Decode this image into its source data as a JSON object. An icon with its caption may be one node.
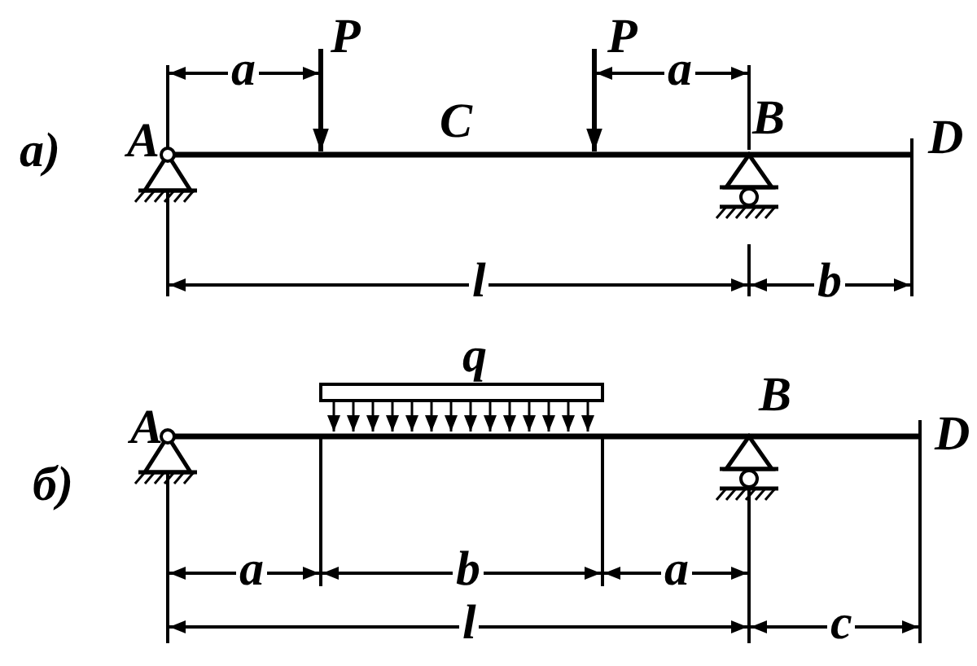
{
  "diagram": {
    "labels": [
      "a",
      "P",
      "P",
      "a",
      "C",
      "a)",
      "A",
      "B",
      "D",
      "l",
      "b",
      "q",
      "б)",
      "A",
      "B",
      "D",
      "a",
      "b",
      "a",
      "l",
      "c"
    ]
  }
}
